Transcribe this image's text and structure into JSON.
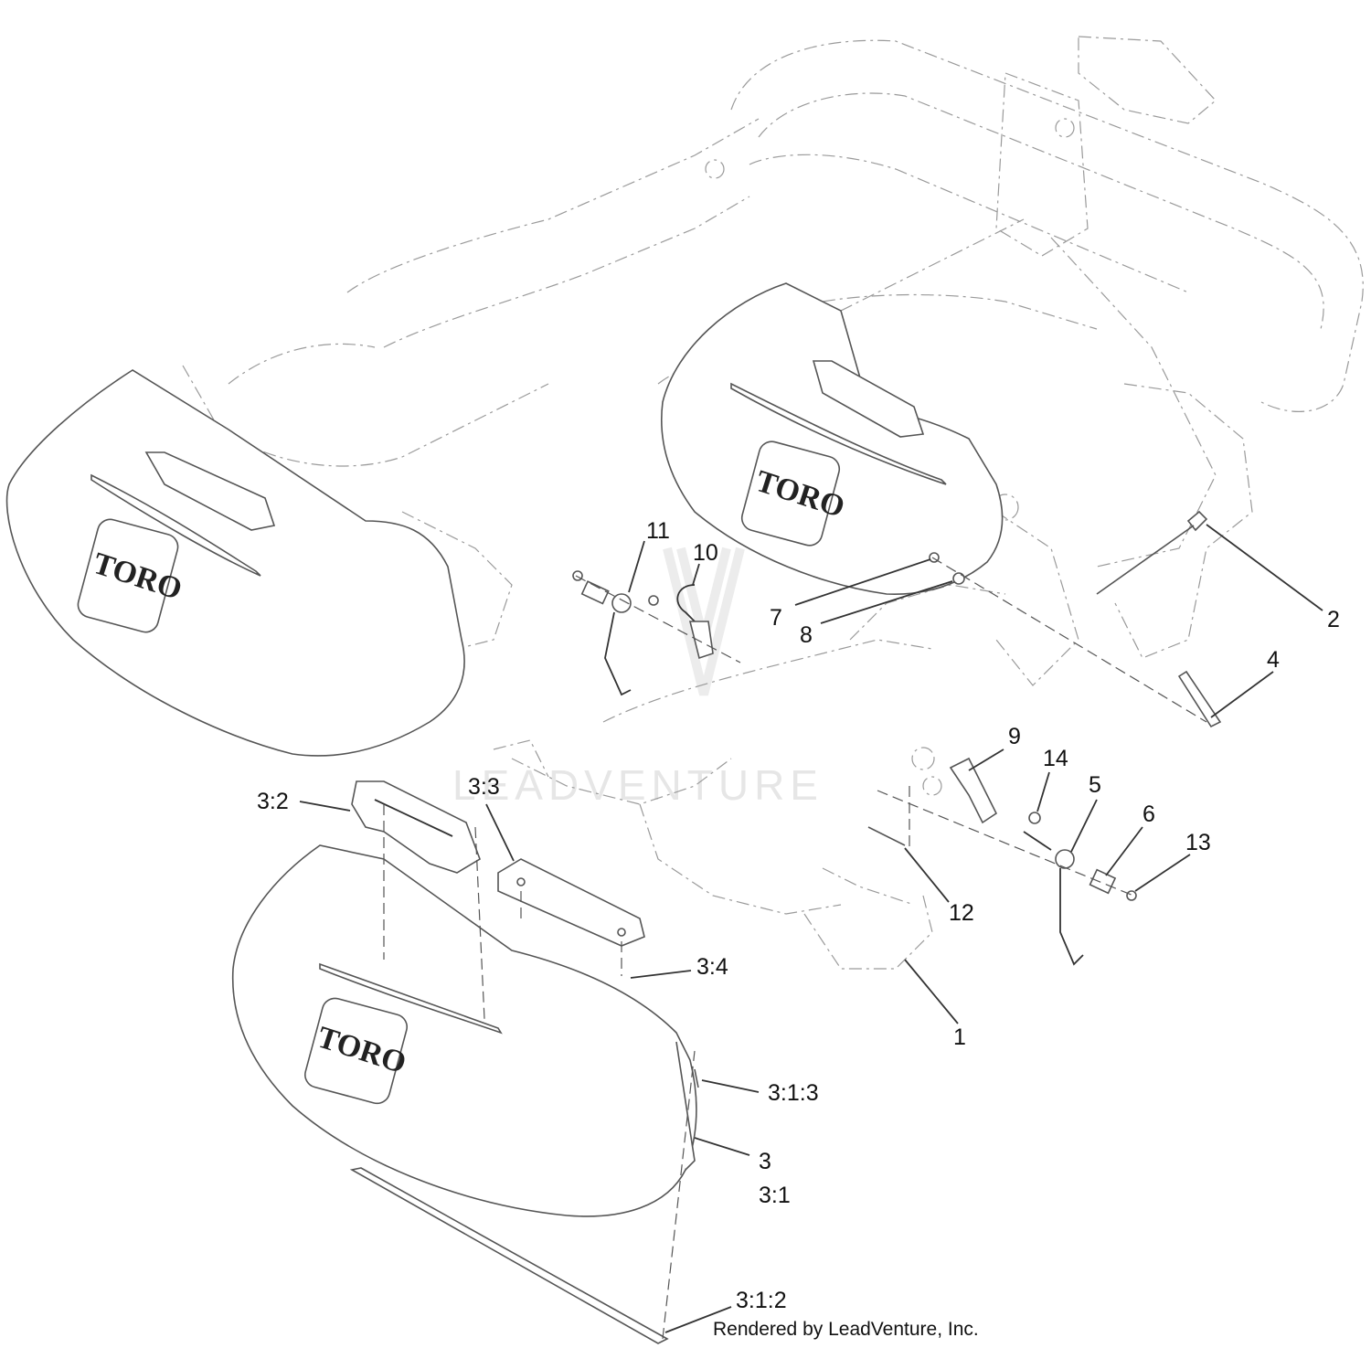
{
  "diagram": {
    "brand": {
      "logo_text": "TORO",
      "watermark_text": "LEADVENTURE"
    },
    "callouts": [
      {
        "id": "1",
        "text": "1"
      },
      {
        "id": "2",
        "text": "2"
      },
      {
        "id": "3",
        "text": "3"
      },
      {
        "id": "3-1",
        "text": "3:1"
      },
      {
        "id": "3-1-2",
        "text": "3:1:2"
      },
      {
        "id": "3-1-3",
        "text": "3:1:3"
      },
      {
        "id": "3-2",
        "text": "3:2"
      },
      {
        "id": "3-3",
        "text": "3:3"
      },
      {
        "id": "3-4",
        "text": "3:4"
      },
      {
        "id": "4",
        "text": "4"
      },
      {
        "id": "5",
        "text": "5"
      },
      {
        "id": "6",
        "text": "6"
      },
      {
        "id": "7",
        "text": "7"
      },
      {
        "id": "8",
        "text": "8"
      },
      {
        "id": "9",
        "text": "9"
      },
      {
        "id": "10",
        "text": "10"
      },
      {
        "id": "11",
        "text": "11"
      },
      {
        "id": "12",
        "text": "12"
      },
      {
        "id": "13",
        "text": "13"
      },
      {
        "id": "14",
        "text": "14"
      }
    ],
    "credit": "Rendered by LeadVenture, Inc."
  }
}
